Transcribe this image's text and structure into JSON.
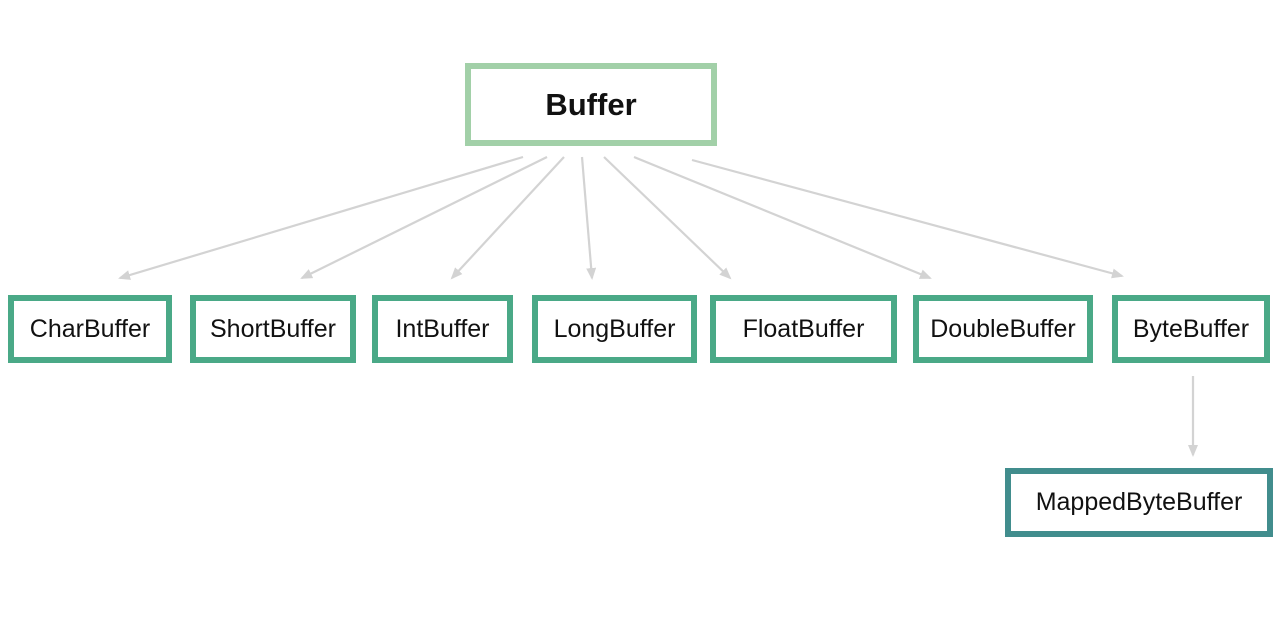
{
  "diagram": {
    "root": {
      "label": "Buffer"
    },
    "children": [
      {
        "label": "CharBuffer"
      },
      {
        "label": "ShortBuffer"
      },
      {
        "label": "IntBuffer"
      },
      {
        "label": "LongBuffer"
      },
      {
        "label": "FloatBuffer"
      },
      {
        "label": "DoubleBuffer"
      },
      {
        "label": "ByteBuffer"
      }
    ],
    "subchild": {
      "label": "MappedByteBuffer"
    },
    "edges": [
      {
        "from": "Buffer",
        "to": "CharBuffer"
      },
      {
        "from": "Buffer",
        "to": "ShortBuffer"
      },
      {
        "from": "Buffer",
        "to": "IntBuffer"
      },
      {
        "from": "Buffer",
        "to": "LongBuffer"
      },
      {
        "from": "Buffer",
        "to": "FloatBuffer"
      },
      {
        "from": "Buffer",
        "to": "DoubleBuffer"
      },
      {
        "from": "Buffer",
        "to": "ByteBuffer"
      },
      {
        "from": "ByteBuffer",
        "to": "MappedByteBuffer"
      }
    ],
    "colors": {
      "background": "#ffffff",
      "root_border": "#a2d0a8",
      "child_border": "#4aa987",
      "subchild_border": "#418d8d",
      "arrow": "#d3d3d3",
      "text": "#111111"
    }
  }
}
